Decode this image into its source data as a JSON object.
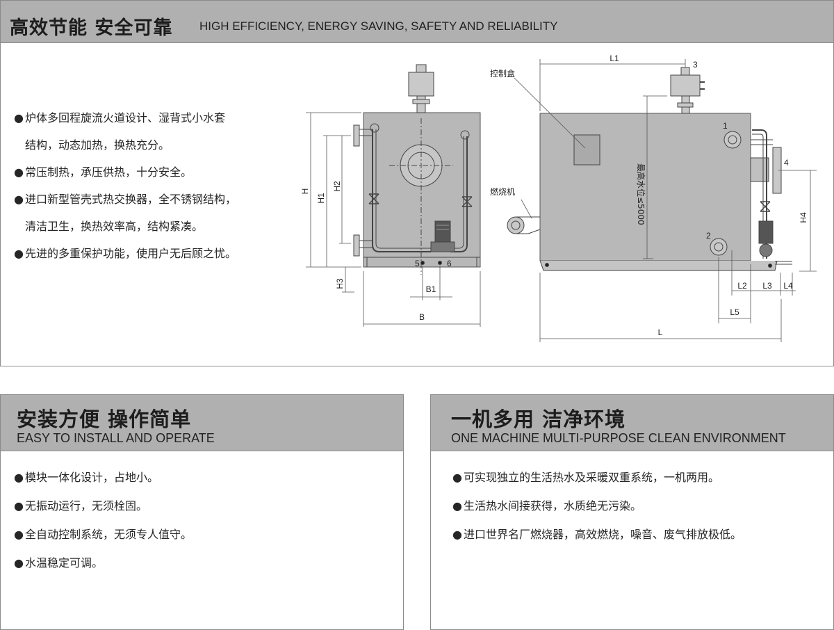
{
  "section1": {
    "title_zh": "高效节能 安全可靠",
    "title_en": "HIGH EFFICIENCY, ENERGY SAVING, SAFETY AND RELIABILITY",
    "bullets": [
      "炉体多回程旋流火道设计、湿背式小水套",
      "结构，动态加热，换热充分。",
      "常压制热，承压供热，十分安全。",
      "进口新型管壳式热交换器，全不锈钢结构，",
      "清洁卫生，换热效率高，结构紧凑。",
      "先进的多重保护功能，使用户无后顾之忧。"
    ]
  },
  "diagram": {
    "left": {
      "H": "H",
      "H1": "H1",
      "H2": "H2",
      "H3": "H3",
      "B": "B",
      "B1": "B1",
      "n5": "5",
      "n6": "6"
    },
    "right": {
      "L1": "L1",
      "L": "L",
      "L2": "L2",
      "L3": "L3",
      "L4": "L4",
      "L5": "L5",
      "H4": "H4",
      "n1": "1",
      "n2": "2",
      "n3": "3",
      "n4": "4",
      "control_box": "控制盒",
      "burner": "燃烧机",
      "max_water": "最高水位≤5000"
    }
  },
  "section2": {
    "title_zh": "安装方便 操作简单",
    "title_en": "EASY TO INSTALL AND  OPERATE",
    "bullets": [
      "模块一体化设计，占地小。",
      "无振动运行，无须栓固。",
      "全自动控制系统，无须专人值守。",
      "水温稳定可调。"
    ]
  },
  "section3": {
    "title_zh": "一机多用 洁净环境",
    "title_en": "ONE MACHINE MULTI-PURPOSE CLEAN ENVIRONMENT",
    "bullets": [
      "可实现独立的生活热水及采暖双重系统，一机两用。",
      "生活热水间接获得，水质绝无污染。",
      "进口世界名厂燃烧器，高效燃烧，噪音、废气排放极低。"
    ]
  },
  "colors": {
    "band": "#b0b0b0",
    "border": "#8a8a8a",
    "boiler_fill": "#b8b8b8"
  }
}
